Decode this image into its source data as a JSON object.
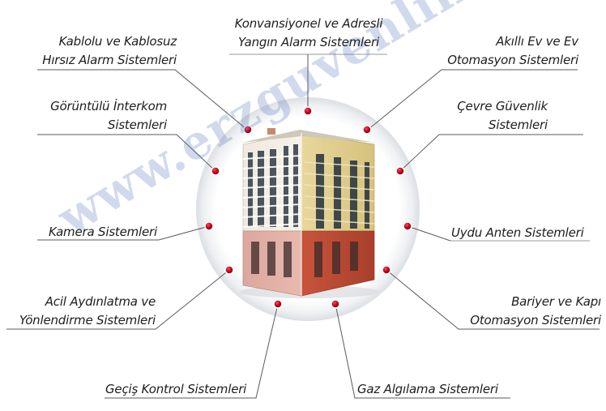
{
  "labels": {
    "fire_alarm": [
      "Konvansiyonel ve Adresli",
      "Yangın Alarm Sistemleri"
    ],
    "burglar": [
      "Kablolu ve Kablosuz",
      "Hırsız Alarm Sistemleri"
    ],
    "smart_home": [
      "Akıllı Ev ve Ev",
      "Otomasyon Sistemleri"
    ],
    "intercom": [
      "Görüntülü İnterkom",
      "Sistemleri"
    ],
    "perimeter": [
      "Çevre Güvenlik",
      "Sistemleri"
    ],
    "camera": [
      "Kamera Sistemleri"
    ],
    "satellite": [
      "Uydu Anten Sistemleri"
    ],
    "emergency": [
      "Acil Aydınlatma ve",
      "Yönlendirme Sistemleri"
    ],
    "barrier": [
      "Bariyer ve Kapı",
      "Otomasyon Sistemleri"
    ],
    "access": [
      "Geçiş Kontrol Sistemleri"
    ],
    "gas": [
      "Gaz Algılama Sistemleri"
    ]
  },
  "watermark": "www.erzguvenlik.com",
  "colors": {
    "dot": "#c0001a",
    "dot_ring": "#ffffff",
    "line": "#5a5a5a",
    "watermark": "#5a78be",
    "halo": "#e9ecef"
  }
}
